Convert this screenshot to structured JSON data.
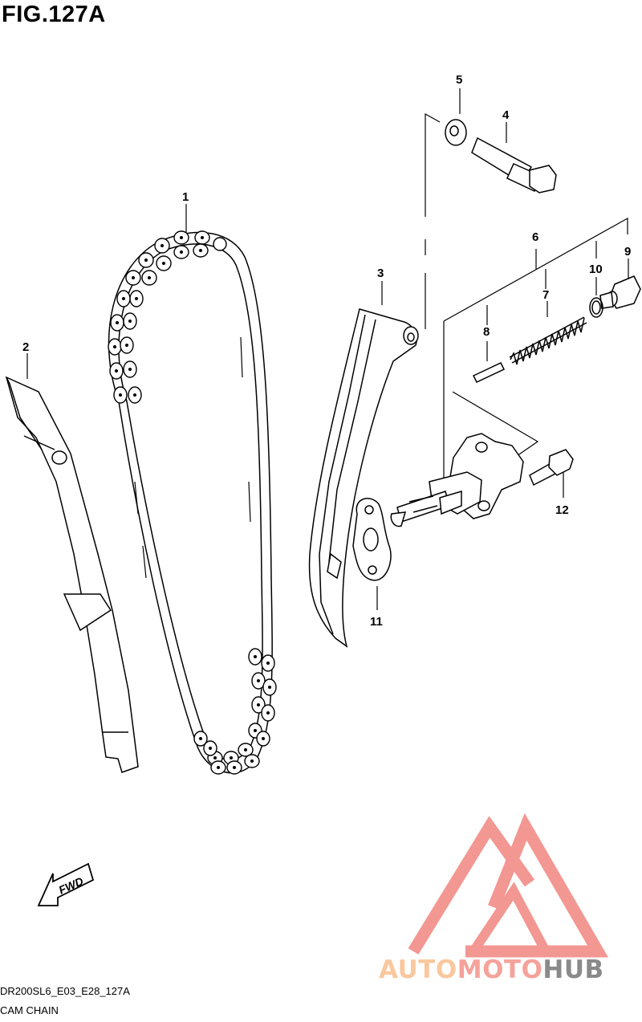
{
  "figure": {
    "title": "FIG.127A"
  },
  "callouts": [
    {
      "num": "1",
      "part": "cam-chain"
    },
    {
      "num": "2",
      "part": "chain-guide"
    },
    {
      "num": "3",
      "part": "tensioner-arm"
    },
    {
      "num": "4",
      "part": "pivot-bolt"
    },
    {
      "num": "5",
      "part": "washer"
    },
    {
      "num": "6",
      "part": "tensioner-assembly"
    },
    {
      "num": "7",
      "part": "spring"
    },
    {
      "num": "8",
      "part": "pin"
    },
    {
      "num": "9",
      "part": "cap-bolt"
    },
    {
      "num": "10",
      "part": "o-ring"
    },
    {
      "num": "11",
      "part": "gasket"
    },
    {
      "num": "12",
      "part": "mounting-bolt"
    }
  ],
  "fwd_label": "FWD",
  "footer": {
    "code": "DR200SL6_E03_E28_127A",
    "description": "CAM CHAIN"
  },
  "watermark": {
    "part1": "AUTO",
    "part2": "MOTO",
    "part3": "HUB"
  },
  "colors": {
    "line": "#000000",
    "watermark_red": "#f08580",
    "watermark_peach": "#f9c89e",
    "watermark_gray": "#8a8a8a"
  }
}
